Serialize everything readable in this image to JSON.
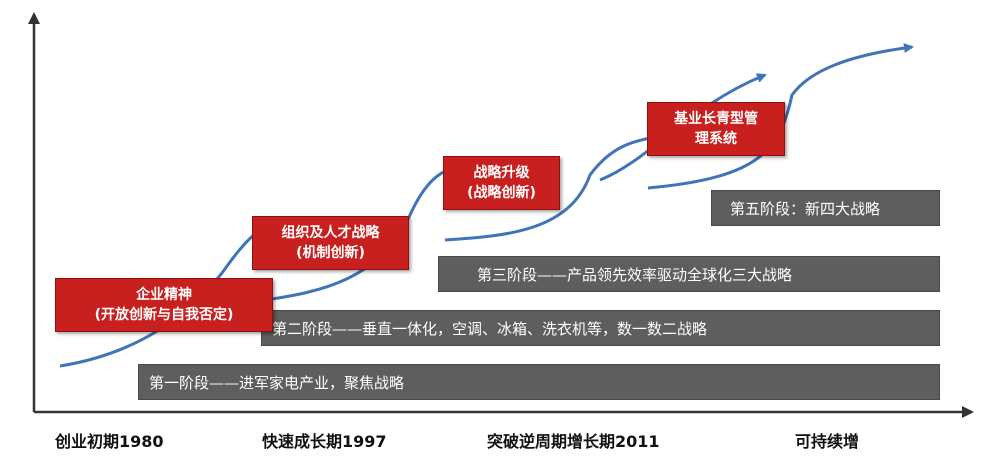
{
  "colors": {
    "axis": "#333333",
    "curve": "#3f74b8",
    "stage_bar": "#5e5e5e",
    "strategy_box": "#c8201e",
    "text_light": "#ffffff",
    "text_dark": "#111111"
  },
  "stages": [
    "第一阶段——进军家电产业，聚焦战略",
    "第二阶段——垂直一体化，空调、冰箱、洗衣机等，数一数二战略",
    "第三阶段——产品领先效率驱动全球化三大战略",
    "第五阶段：新四大战略"
  ],
  "strategies": [
    {
      "line1": "企业精神",
      "line2": "(开放创新与自我否定)"
    },
    {
      "line1": "组织及人才战略",
      "line2": "(机制创新)"
    },
    {
      "line1": "战略升级",
      "line2": "(战略创新)"
    },
    {
      "line1": "基业长青型管",
      "line2": "理系统"
    }
  ],
  "periods": [
    "创业初期1980",
    "快速成长期1997",
    "突破逆周期增长期2011",
    "可持续增"
  ]
}
